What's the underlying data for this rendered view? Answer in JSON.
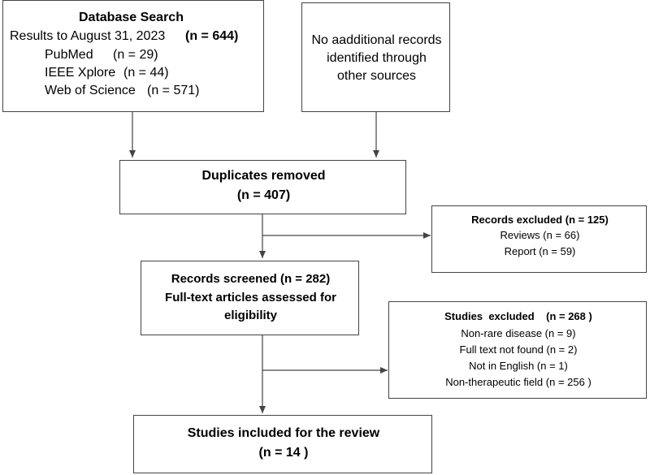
{
  "database_search": {
    "title": "Database Search",
    "results_label": "Results to August 31, 2023",
    "results_n": "(n = 644)",
    "sources": [
      {
        "name": "PubMed",
        "n": "(n = 29)"
      },
      {
        "name": "IEEE Xplore",
        "n": "(n = 44)"
      },
      {
        "name": "Web of Science",
        "n": "(n = 571)"
      }
    ]
  },
  "other_sources": {
    "lines": [
      "No aadditional records",
      "identified through",
      "other sources"
    ]
  },
  "duplicates": {
    "title": "Duplicates removed",
    "n": "(n = 407)"
  },
  "records_excluded": {
    "title": "Records excluded (n = 125)",
    "items": [
      "Reviews (n = 66)",
      "Report (n = 59)"
    ]
  },
  "screened": {
    "lines": [
      "Records screened (n = 282)",
      "Full-text articles assessed for",
      "eligibility"
    ]
  },
  "studies_excluded": {
    "title": "Studies  excluded    (n = 268 )",
    "items": [
      "Non-rare disease (n = 9)",
      "Full text not found (n = 2)",
      "Not in English (n = 1)",
      "Non-therapeutic field (n = 256 )"
    ]
  },
  "included": {
    "title": "Studies included for the review",
    "n": "(n = 14 )"
  },
  "colors": {
    "border": "#444444",
    "arrow": "#444444",
    "text": "#000000"
  }
}
